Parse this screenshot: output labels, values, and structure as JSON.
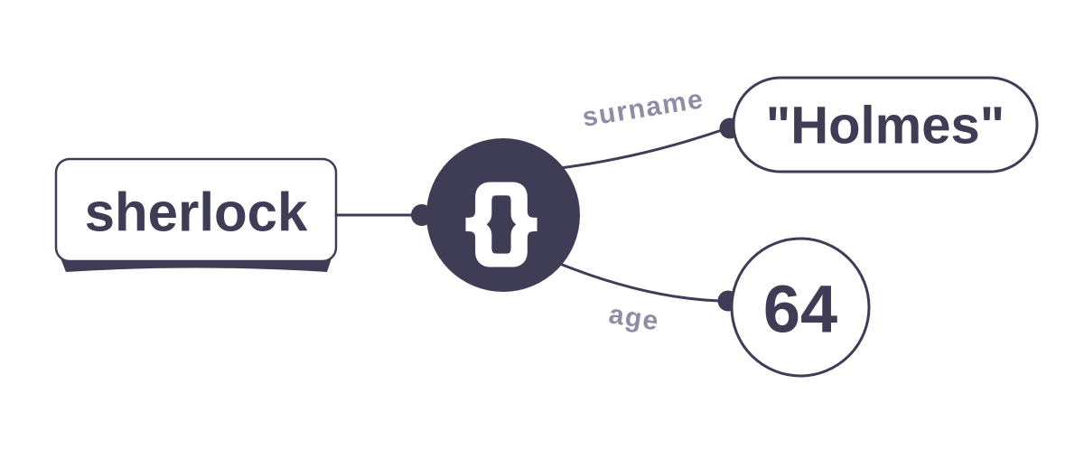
{
  "diagram": {
    "type": "json-tree",
    "root": {
      "label": "sherlock",
      "node_type": "key"
    },
    "object": {
      "glyph": "{}",
      "icon": "braces-icon",
      "node_type": "object"
    },
    "edges": [
      {
        "label": "surname",
        "target": {
          "node_type": "string",
          "value": "\"Holmes\""
        }
      },
      {
        "label": "age",
        "target": {
          "node_type": "number",
          "value": "64"
        }
      }
    ]
  },
  "colors": {
    "ink": "#3f3d56",
    "node_fill": "#ffffff",
    "edge_label": "#8f8da6",
    "background": "#ffffff"
  }
}
